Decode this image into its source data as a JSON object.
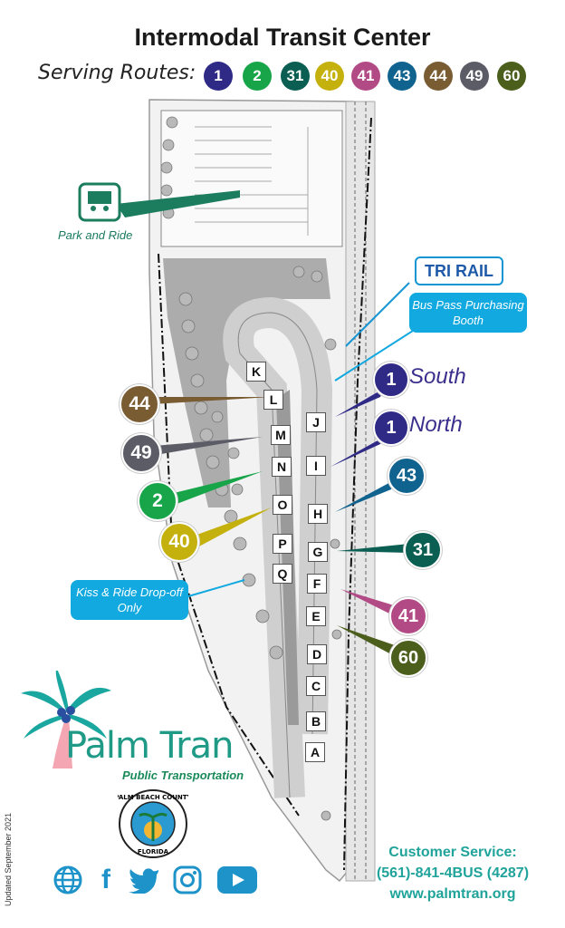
{
  "title": "Intermodal Transit Center",
  "routes_label": "Serving Routes:",
  "routes": [
    {
      "num": "1",
      "color": "#2e2a86"
    },
    {
      "num": "2",
      "color": "#18a54a"
    },
    {
      "num": "31",
      "color": "#0b5e52"
    },
    {
      "num": "40",
      "color": "#c4b10e"
    },
    {
      "num": "41",
      "color": "#b24a86"
    },
    {
      "num": "43",
      "color": "#10628f"
    },
    {
      "num": "44",
      "color": "#7a5c33"
    },
    {
      "num": "49",
      "color": "#5c5c66"
    },
    {
      "num": "60",
      "color": "#4b5e1c"
    }
  ],
  "park_and_ride": "Park and Ride",
  "tri_rail": "TRI RAIL",
  "bus_pass_booth": "Bus Pass Purchasing Booth",
  "kiss_and_ride": "Kiss & Ride Drop-off Only",
  "bays": [
    "A",
    "B",
    "C",
    "D",
    "E",
    "F",
    "G",
    "H",
    "I",
    "J",
    "K",
    "L",
    "M",
    "N",
    "O",
    "P",
    "Q"
  ],
  "route_callouts": {
    "r1_south": {
      "num": "1",
      "dir": "South"
    },
    "r1_north": {
      "num": "1",
      "dir": "North"
    },
    "r43": "43",
    "r31": "31",
    "r41": "41",
    "r60": "60",
    "r44": "44",
    "r49": "49",
    "r2": "2",
    "r40": "40"
  },
  "brand": {
    "name": "Palm Tran",
    "tagline": "Public Transportation",
    "seal_top": "PALM BEACH COUNTY",
    "seal_bottom": "FLORIDA"
  },
  "updated": "Updated September 2021",
  "customer_service": {
    "title": "Customer Service:",
    "phone": "(561)-841-4BUS (4287)",
    "website": "www.palmtran.org"
  },
  "social_icons": [
    "globe-icon",
    "facebook-icon",
    "twitter-icon",
    "instagram-icon",
    "youtube-icon"
  ]
}
